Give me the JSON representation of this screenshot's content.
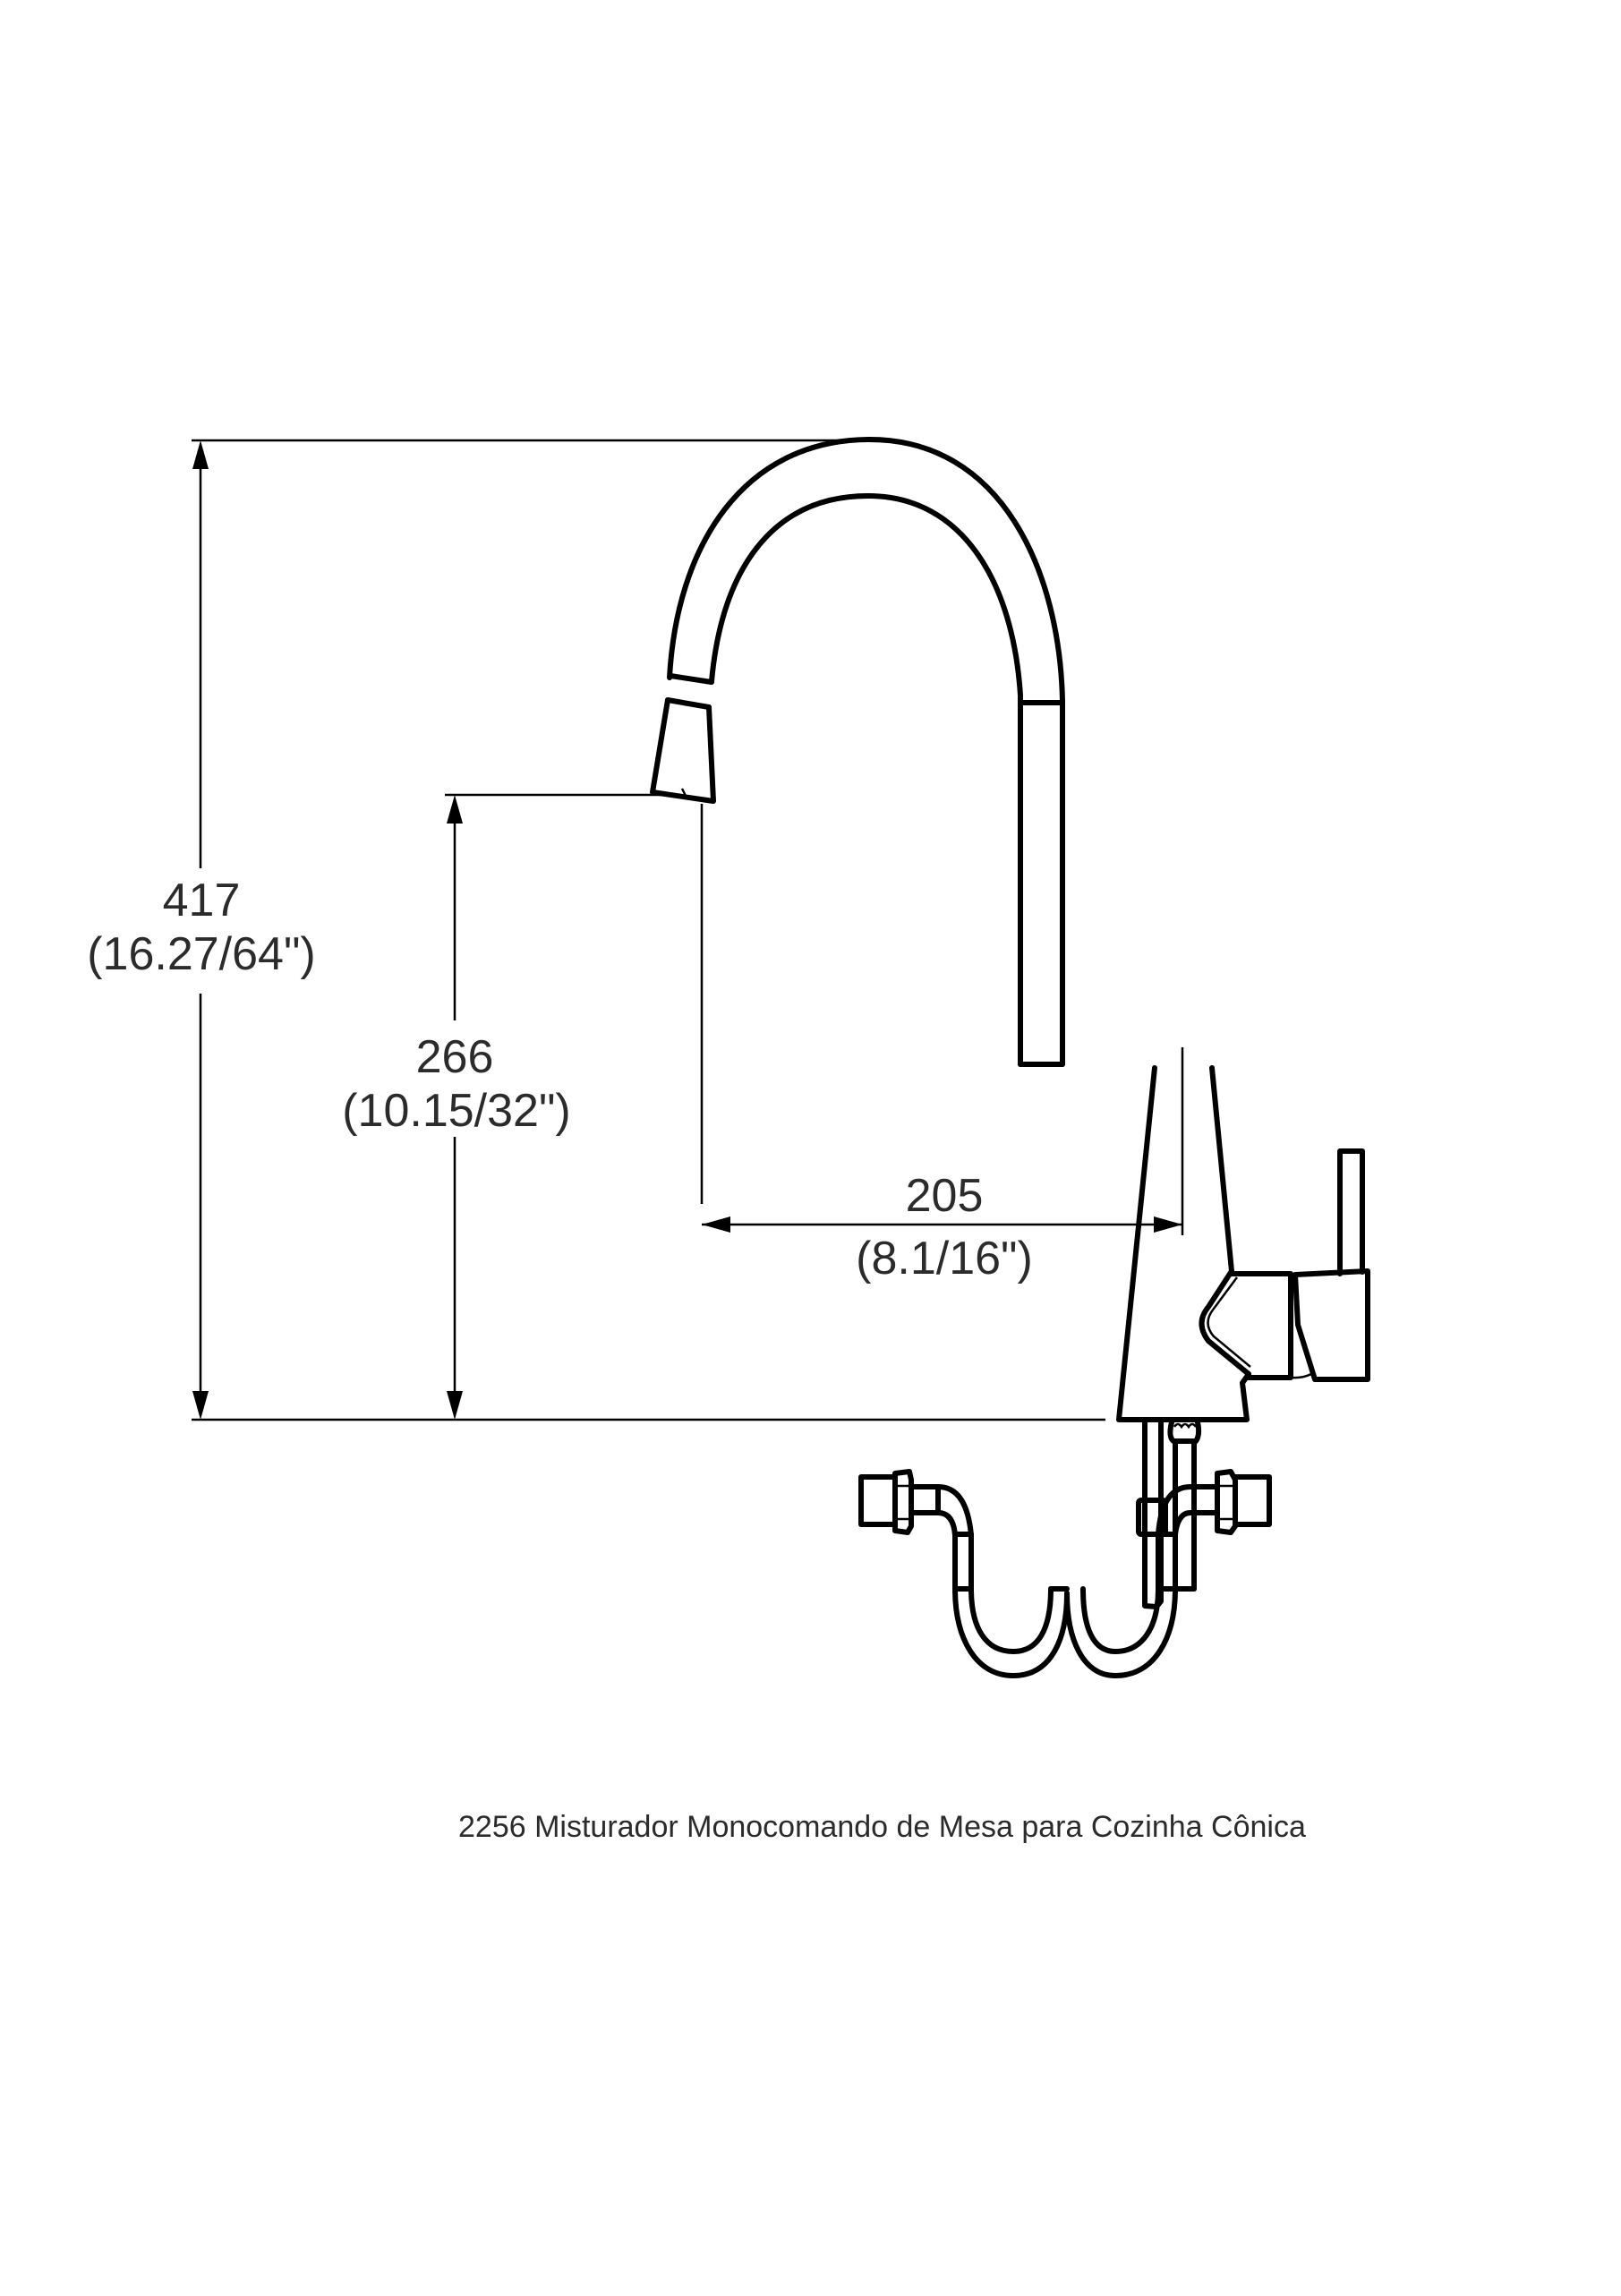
{
  "drawing": {
    "product_code": "2256",
    "caption": "2256 Misturador Monocomando de Mesa para Cozinha Cônica",
    "line_color": "#000000",
    "text_color": "#2b2b2b",
    "background": "#ffffff"
  },
  "dimensions": {
    "total_height": {
      "mm": "417",
      "inches": "(16.27/64\")"
    },
    "spout_height": {
      "mm": "266",
      "inches": "(10.15/32\")"
    },
    "spout_reach": {
      "mm": "205",
      "inches": "(8.1/16\")"
    }
  },
  "components": {
    "icons": [
      "faucet-spout-icon",
      "faucet-body-icon",
      "lever-handle-icon",
      "supply-hose-left-icon",
      "supply-hose-right-icon",
      "mounting-rod-icon"
    ]
  }
}
